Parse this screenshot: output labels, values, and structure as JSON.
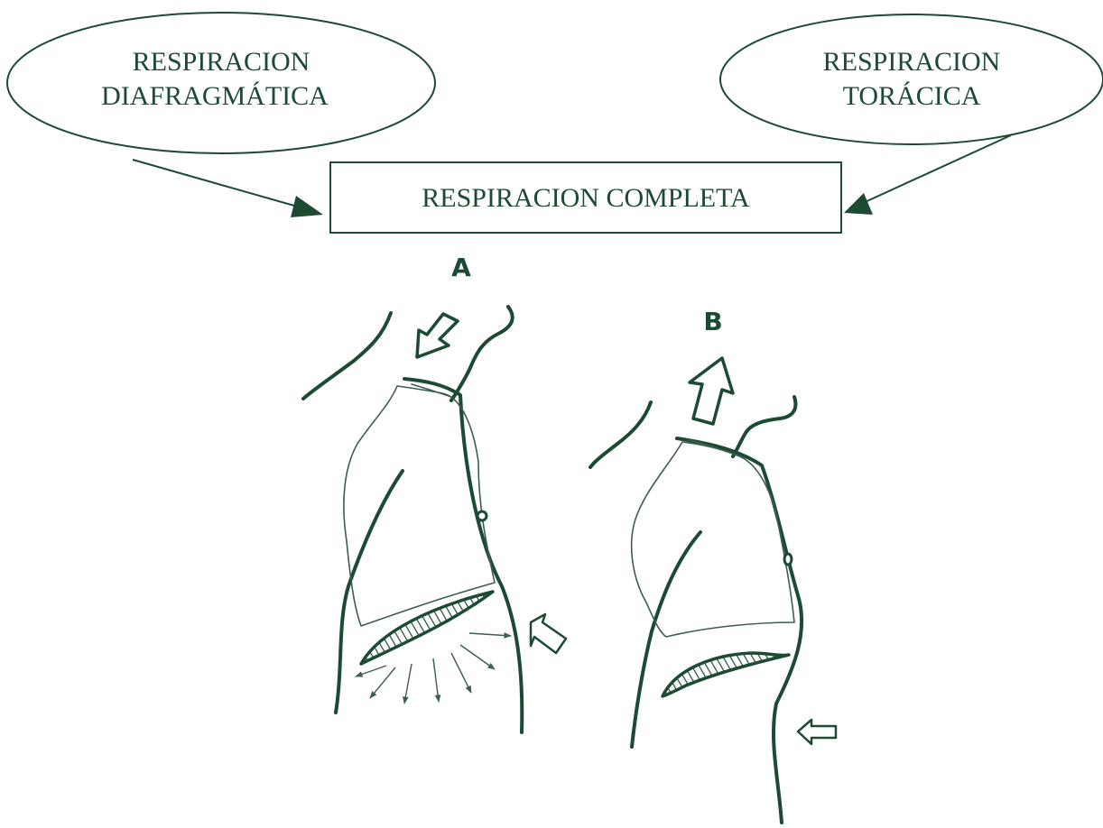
{
  "diagram": {
    "nodes": {
      "diaphragmatic": {
        "line1": "RESPIRACION",
        "line2": "DIAFRAGMÁTICA"
      },
      "thoracic": {
        "line1": "RESPIRACION",
        "line2": "TORÁCICA"
      },
      "complete": {
        "label": "RESPIRACION COMPLETA"
      }
    },
    "figures": {
      "a": {
        "label": "A"
      },
      "b": {
        "label": "B"
      }
    }
  },
  "colors": {
    "ink": "#1c4a33",
    "thin_line": "#3c5e4c",
    "background": "#ffffff"
  }
}
